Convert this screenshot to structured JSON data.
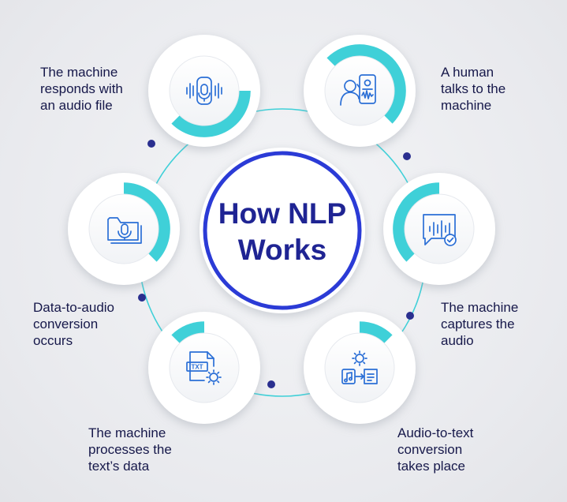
{
  "title": {
    "line1": "How NLP",
    "line2": "Works"
  },
  "steps": [
    {
      "label": "A human\ntalks to the\nmachine",
      "icon": "person-with-phone-audio-icon"
    },
    {
      "label": "The machine\ncaptures the\naudio",
      "icon": "speech-bubble-waveform-check-icon"
    },
    {
      "label": "Audio-to-text\nconversion\ntakes place",
      "icon": "gear-music-note-document-icon"
    },
    {
      "label": "The machine\nprocesses the\ntext’s data",
      "icon": "txt-file-gear-icon"
    },
    {
      "label": "Data-to-audio\nconversion\noccurs",
      "icon": "folder-microphone-icon"
    },
    {
      "label": "The machine\nresponds with\nan audio file",
      "icon": "smart-speaker-sound-waves-icon"
    }
  ],
  "colors": {
    "accent_teal": "#3fd0d8",
    "center_ring": "#2b3bd6",
    "title_text": "#1f2493",
    "dot": "#2a2f8f",
    "label_text": "#16184a"
  }
}
